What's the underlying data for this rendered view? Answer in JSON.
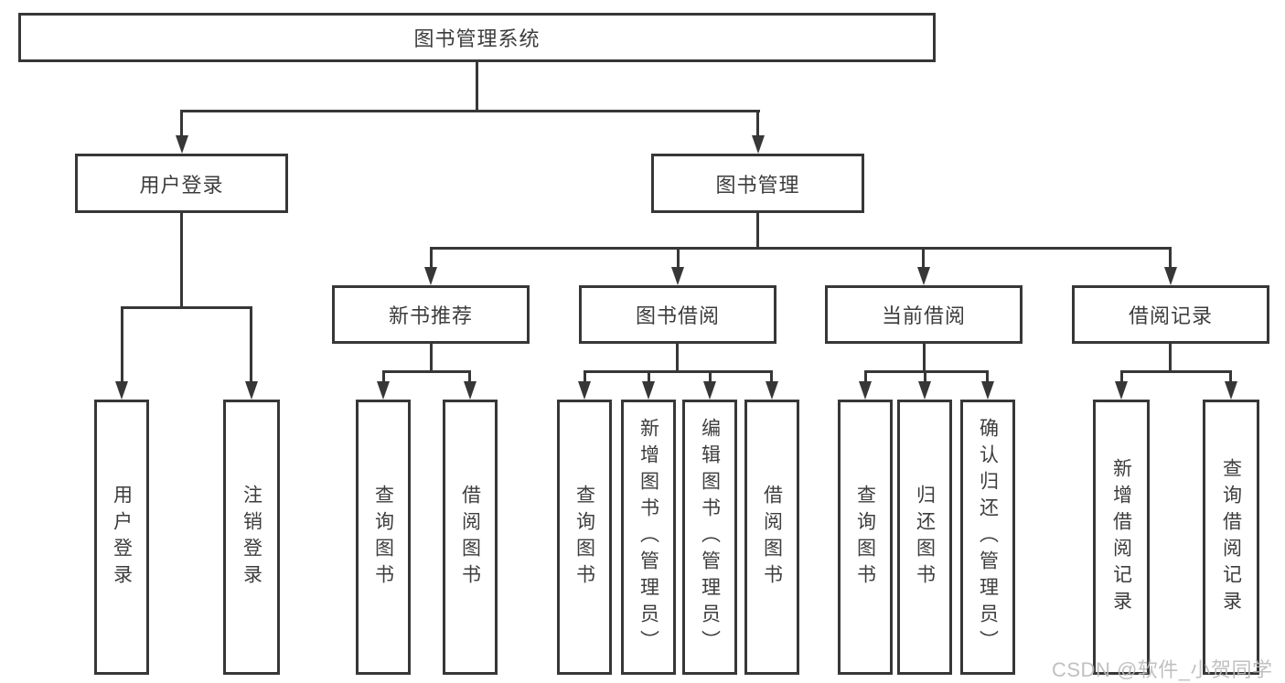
{
  "nodes": {
    "root": {
      "label": "图书管理系统"
    },
    "level2": [
      {
        "label": "用户登录"
      },
      {
        "label": "图书管理"
      }
    ],
    "level3": [
      {
        "label": "新书推荐",
        "parent": "图书管理"
      },
      {
        "label": "图书借阅",
        "parent": "图书管理"
      },
      {
        "label": "当前借阅",
        "parent": "图书管理"
      },
      {
        "label": "借阅记录",
        "parent": "图书管理"
      }
    ],
    "leaves": [
      {
        "label": "用户登录",
        "parent": "用户登录"
      },
      {
        "label": "注销登录",
        "parent": "用户登录"
      },
      {
        "label": "查询图书",
        "parent": "新书推荐"
      },
      {
        "label": "借阅图书",
        "parent": "新书推荐"
      },
      {
        "label": "查询图书",
        "parent": "图书借阅"
      },
      {
        "label": "新增图书（管理员）",
        "parent": "图书借阅"
      },
      {
        "label": "编辑图书（管理员）",
        "parent": "图书借阅"
      },
      {
        "label": "借阅图书",
        "parent": "图书借阅"
      },
      {
        "label": "查询图书",
        "parent": "当前借阅"
      },
      {
        "label": "归还图书",
        "parent": "当前借阅"
      },
      {
        "label": "确认归还（管理员）",
        "parent": "当前借阅"
      },
      {
        "label": "新增借阅记录",
        "parent": "借阅记录"
      },
      {
        "label": "查询借阅记录",
        "parent": "借阅记录"
      }
    ]
  },
  "watermark": {
    "text": "CSDN @软件_小贺同学"
  },
  "colors": {
    "line": "#373737",
    "text": "#3d3d3d",
    "background": "#ffffff",
    "watermark": "#b9b9b9"
  }
}
